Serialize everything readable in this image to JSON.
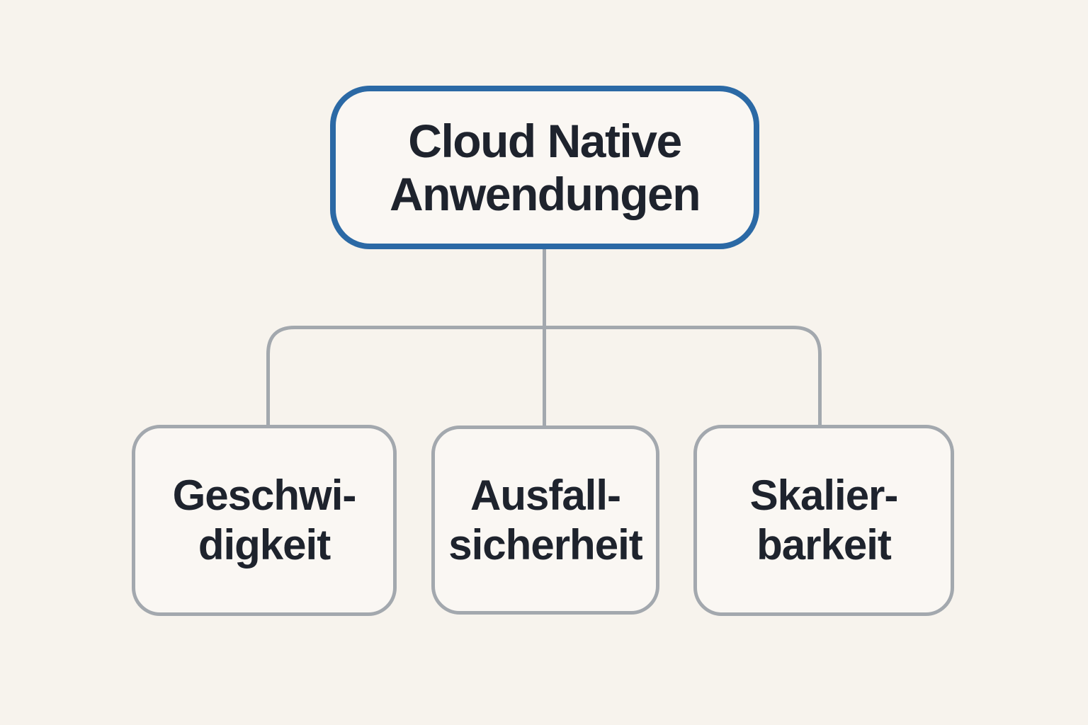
{
  "diagram": {
    "root": {
      "lines": [
        "Cloud Native",
        "Anwendungen"
      ]
    },
    "children": [
      {
        "lines": [
          "Geschwi-",
          "digkeit"
        ]
      },
      {
        "lines": [
          "Ausfall-",
          "sicherheit"
        ]
      },
      {
        "lines": [
          "Skalier-",
          "barkeit"
        ]
      }
    ],
    "colors": {
      "background": "#f7f3ed",
      "node_fill": "#faf7f3",
      "root_border": "#2b69a5",
      "child_border": "#a3a8ae",
      "connector": "#a3a8ae",
      "text": "#1e232d"
    }
  }
}
